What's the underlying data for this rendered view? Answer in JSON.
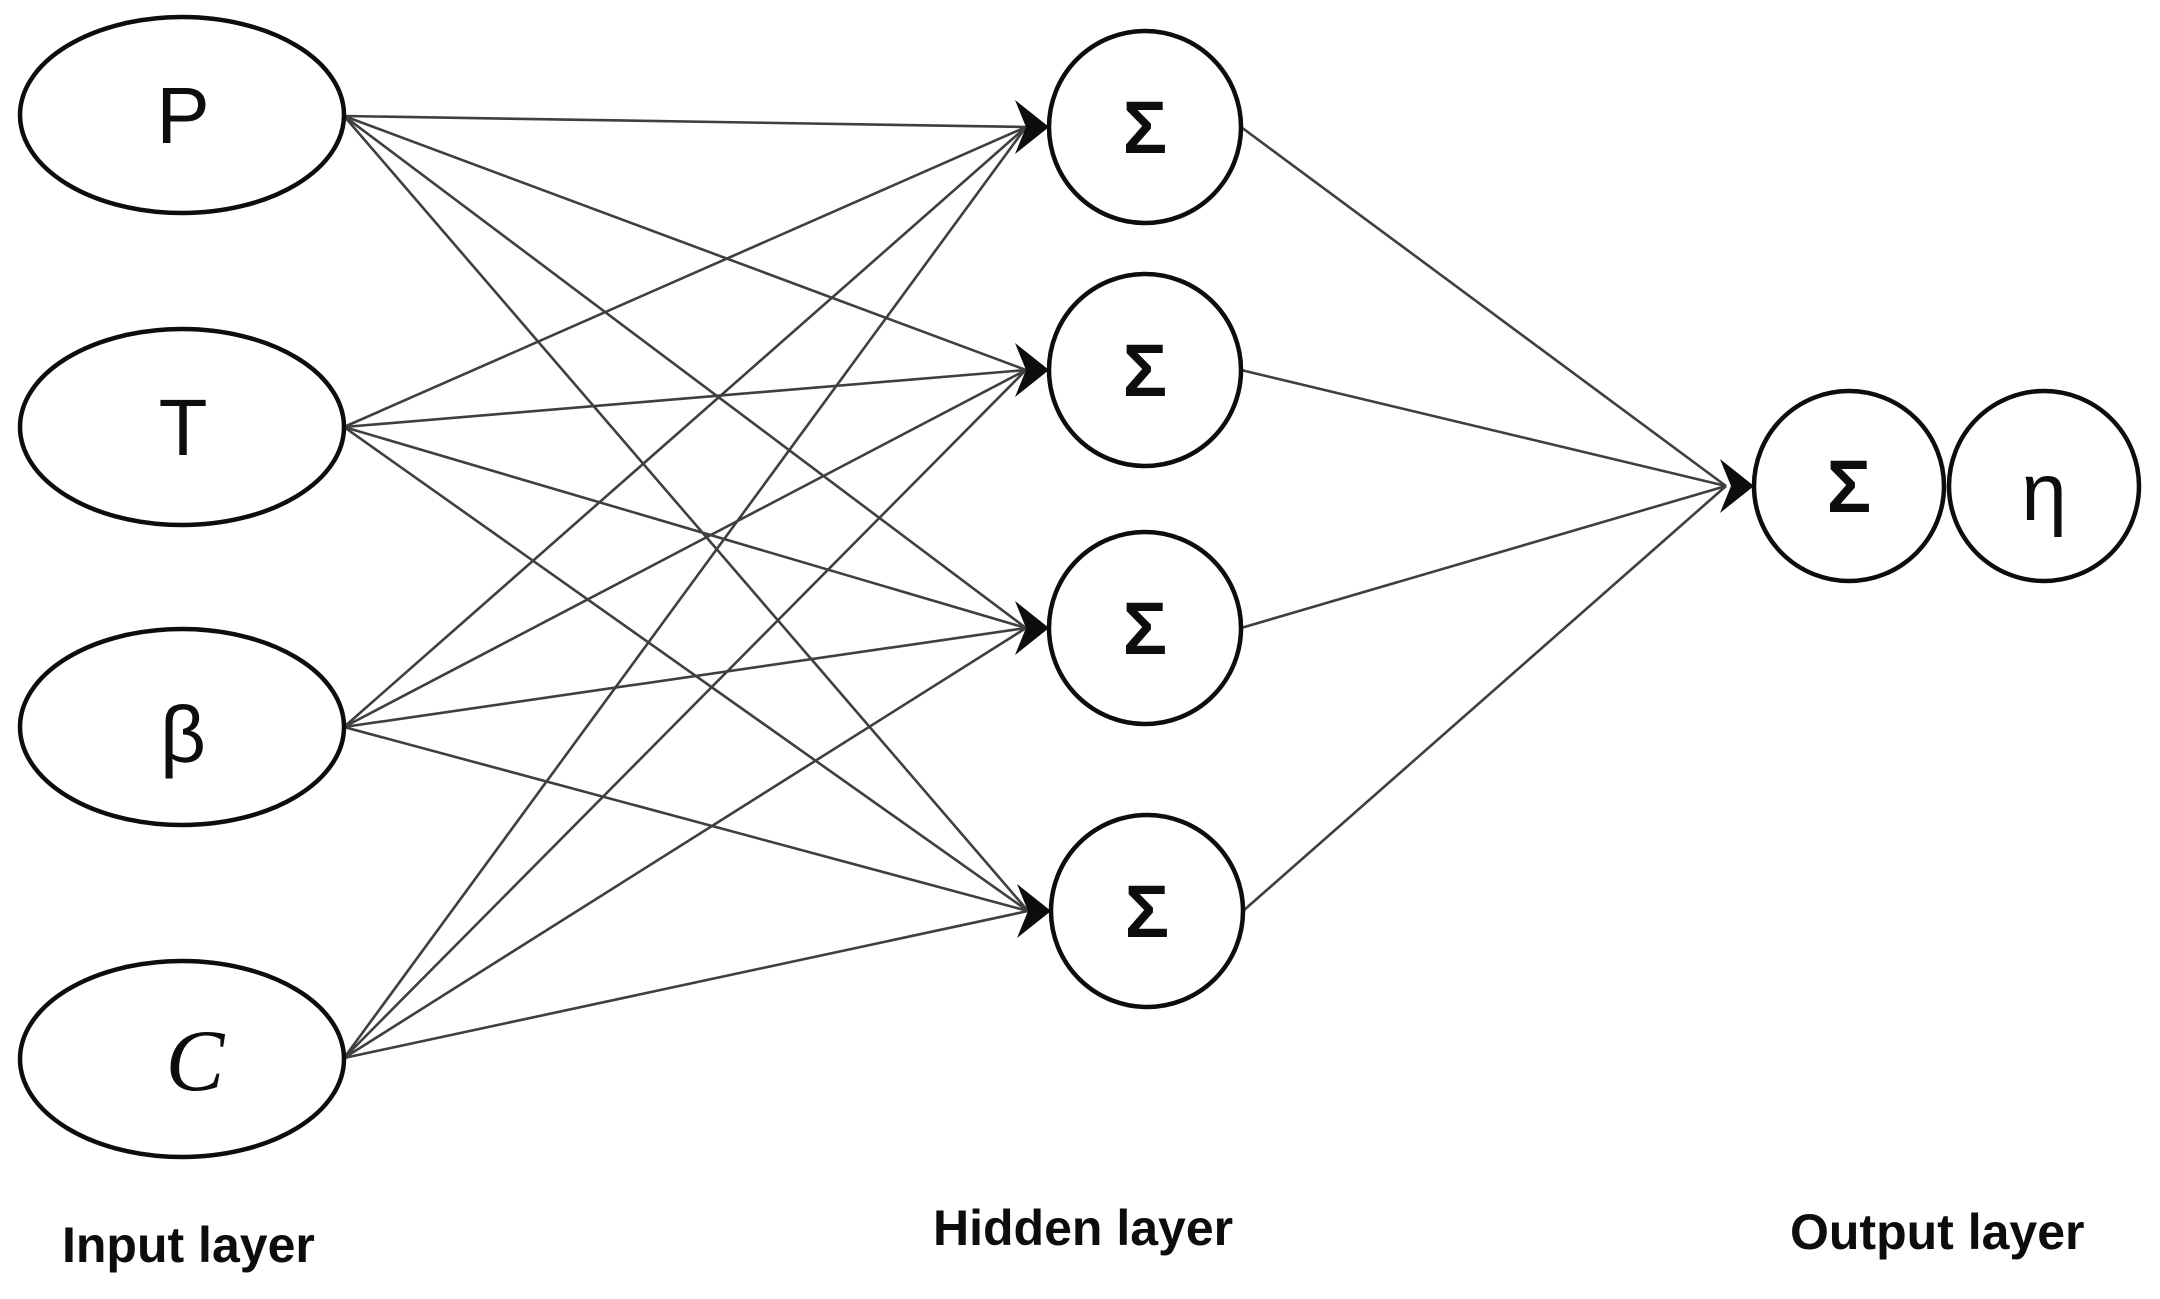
{
  "figure": {
    "type": "neural-network-diagram",
    "layers": [
      {
        "id": "input",
        "caption": "Input layer",
        "nodes": [
          {
            "id": "P",
            "label": "P"
          },
          {
            "id": "T",
            "label": "T"
          },
          {
            "id": "beta",
            "label": "β"
          },
          {
            "id": "C",
            "label": "C"
          }
        ]
      },
      {
        "id": "hidden",
        "caption": "Hidden layer",
        "nodes": [
          {
            "id": "h1",
            "label": "Σ"
          },
          {
            "id": "h2",
            "label": "Σ"
          },
          {
            "id": "h3",
            "label": "Σ"
          },
          {
            "id": "h4",
            "label": "Σ"
          }
        ]
      },
      {
        "id": "output",
        "caption": "Output layer",
        "nodes": [
          {
            "id": "out-sum",
            "label": "Σ"
          },
          {
            "id": "out-eta",
            "label": "η"
          }
        ]
      }
    ],
    "edges": {
      "input_to_hidden": [
        [
          "P",
          "h1"
        ],
        [
          "P",
          "h2"
        ],
        [
          "P",
          "h3"
        ],
        [
          "P",
          "h4"
        ],
        [
          "T",
          "h1"
        ],
        [
          "T",
          "h2"
        ],
        [
          "T",
          "h3"
        ],
        [
          "T",
          "h4"
        ],
        [
          "beta",
          "h1"
        ],
        [
          "beta",
          "h2"
        ],
        [
          "beta",
          "h3"
        ],
        [
          "beta",
          "h4"
        ],
        [
          "C",
          "h1"
        ],
        [
          "C",
          "h2"
        ],
        [
          "C",
          "h3"
        ],
        [
          "C",
          "h4"
        ]
      ],
      "hidden_to_output": [
        [
          "h1",
          "out-sum"
        ],
        [
          "h2",
          "out-sum"
        ],
        [
          "h3",
          "out-sum"
        ],
        [
          "h4",
          "out-sum"
        ]
      ],
      "arrow_targets": [
        "h1",
        "h2",
        "h3",
        "h4",
        "out-sum"
      ]
    }
  },
  "colors": {
    "background": "#ffffff",
    "node_stroke": "#0d0d0d",
    "edge_line": "#3f3f3f",
    "text": "#0d0d0d"
  }
}
